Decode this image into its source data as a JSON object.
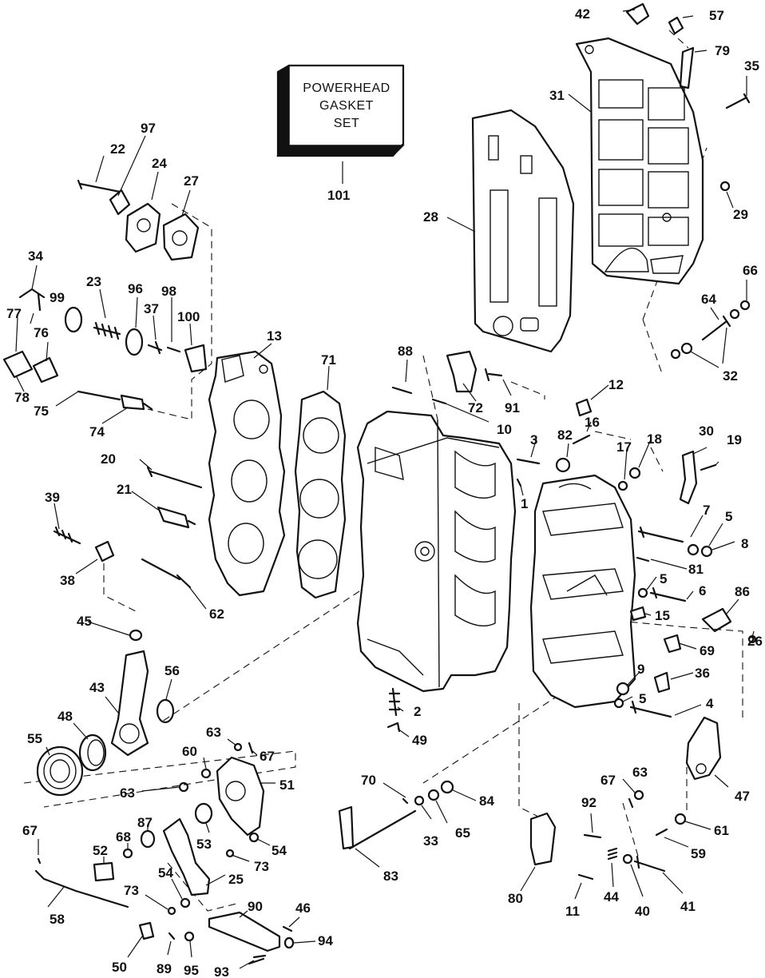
{
  "gasket_set_box": {
    "lines": [
      "POWERHEAD",
      "GASKET",
      "SET"
    ]
  },
  "callouts": {
    "1": "1",
    "2": "2",
    "3": "3",
    "4": "4",
    "5": "5",
    "6": "6",
    "7": "7",
    "8": "8",
    "9": "9",
    "10": "10",
    "11": "11",
    "12": "12",
    "13": "13",
    "15": "15",
    "16": "16",
    "17": "17",
    "18": "18",
    "19": "19",
    "20": "20",
    "21": "21",
    "22": "22",
    "23": "23",
    "24": "24",
    "25": "25",
    "26": "26",
    "27": "27",
    "28": "28",
    "29": "29",
    "30": "30",
    "31": "31",
    "32": "32",
    "33": "33",
    "34": "34",
    "35": "35",
    "36": "36",
    "37": "37",
    "38": "38",
    "39": "39",
    "40": "40",
    "41": "41",
    "42": "42",
    "43": "43",
    "44": "44",
    "45": "45",
    "46": "46",
    "47": "47",
    "48": "48",
    "49": "49",
    "50": "50",
    "51": "51",
    "52": "52",
    "53": "53",
    "54": "54",
    "55": "55",
    "56": "56",
    "57": "57",
    "58": "58",
    "59": "59",
    "60": "60",
    "61": "61",
    "62": "62",
    "63": "63",
    "64": "64",
    "65": "65",
    "66": "66",
    "67": "67",
    "68": "68",
    "69": "69",
    "70": "70",
    "71": "71",
    "72": "72",
    "73": "73",
    "74": "74",
    "75": "75",
    "76": "76",
    "77": "77",
    "78": "78",
    "79": "79",
    "80": "80",
    "81": "81",
    "82": "82",
    "83": "83",
    "84": "84",
    "86": "86",
    "87": "87",
    "88": "88",
    "89": "89",
    "90": "90",
    "91": "91",
    "92": "92",
    "93": "93",
    "94": "94",
    "95": "95",
    "96": "96",
    "97": "97",
    "98": "98",
    "99": "99",
    "100": "100",
    "101": "101"
  }
}
